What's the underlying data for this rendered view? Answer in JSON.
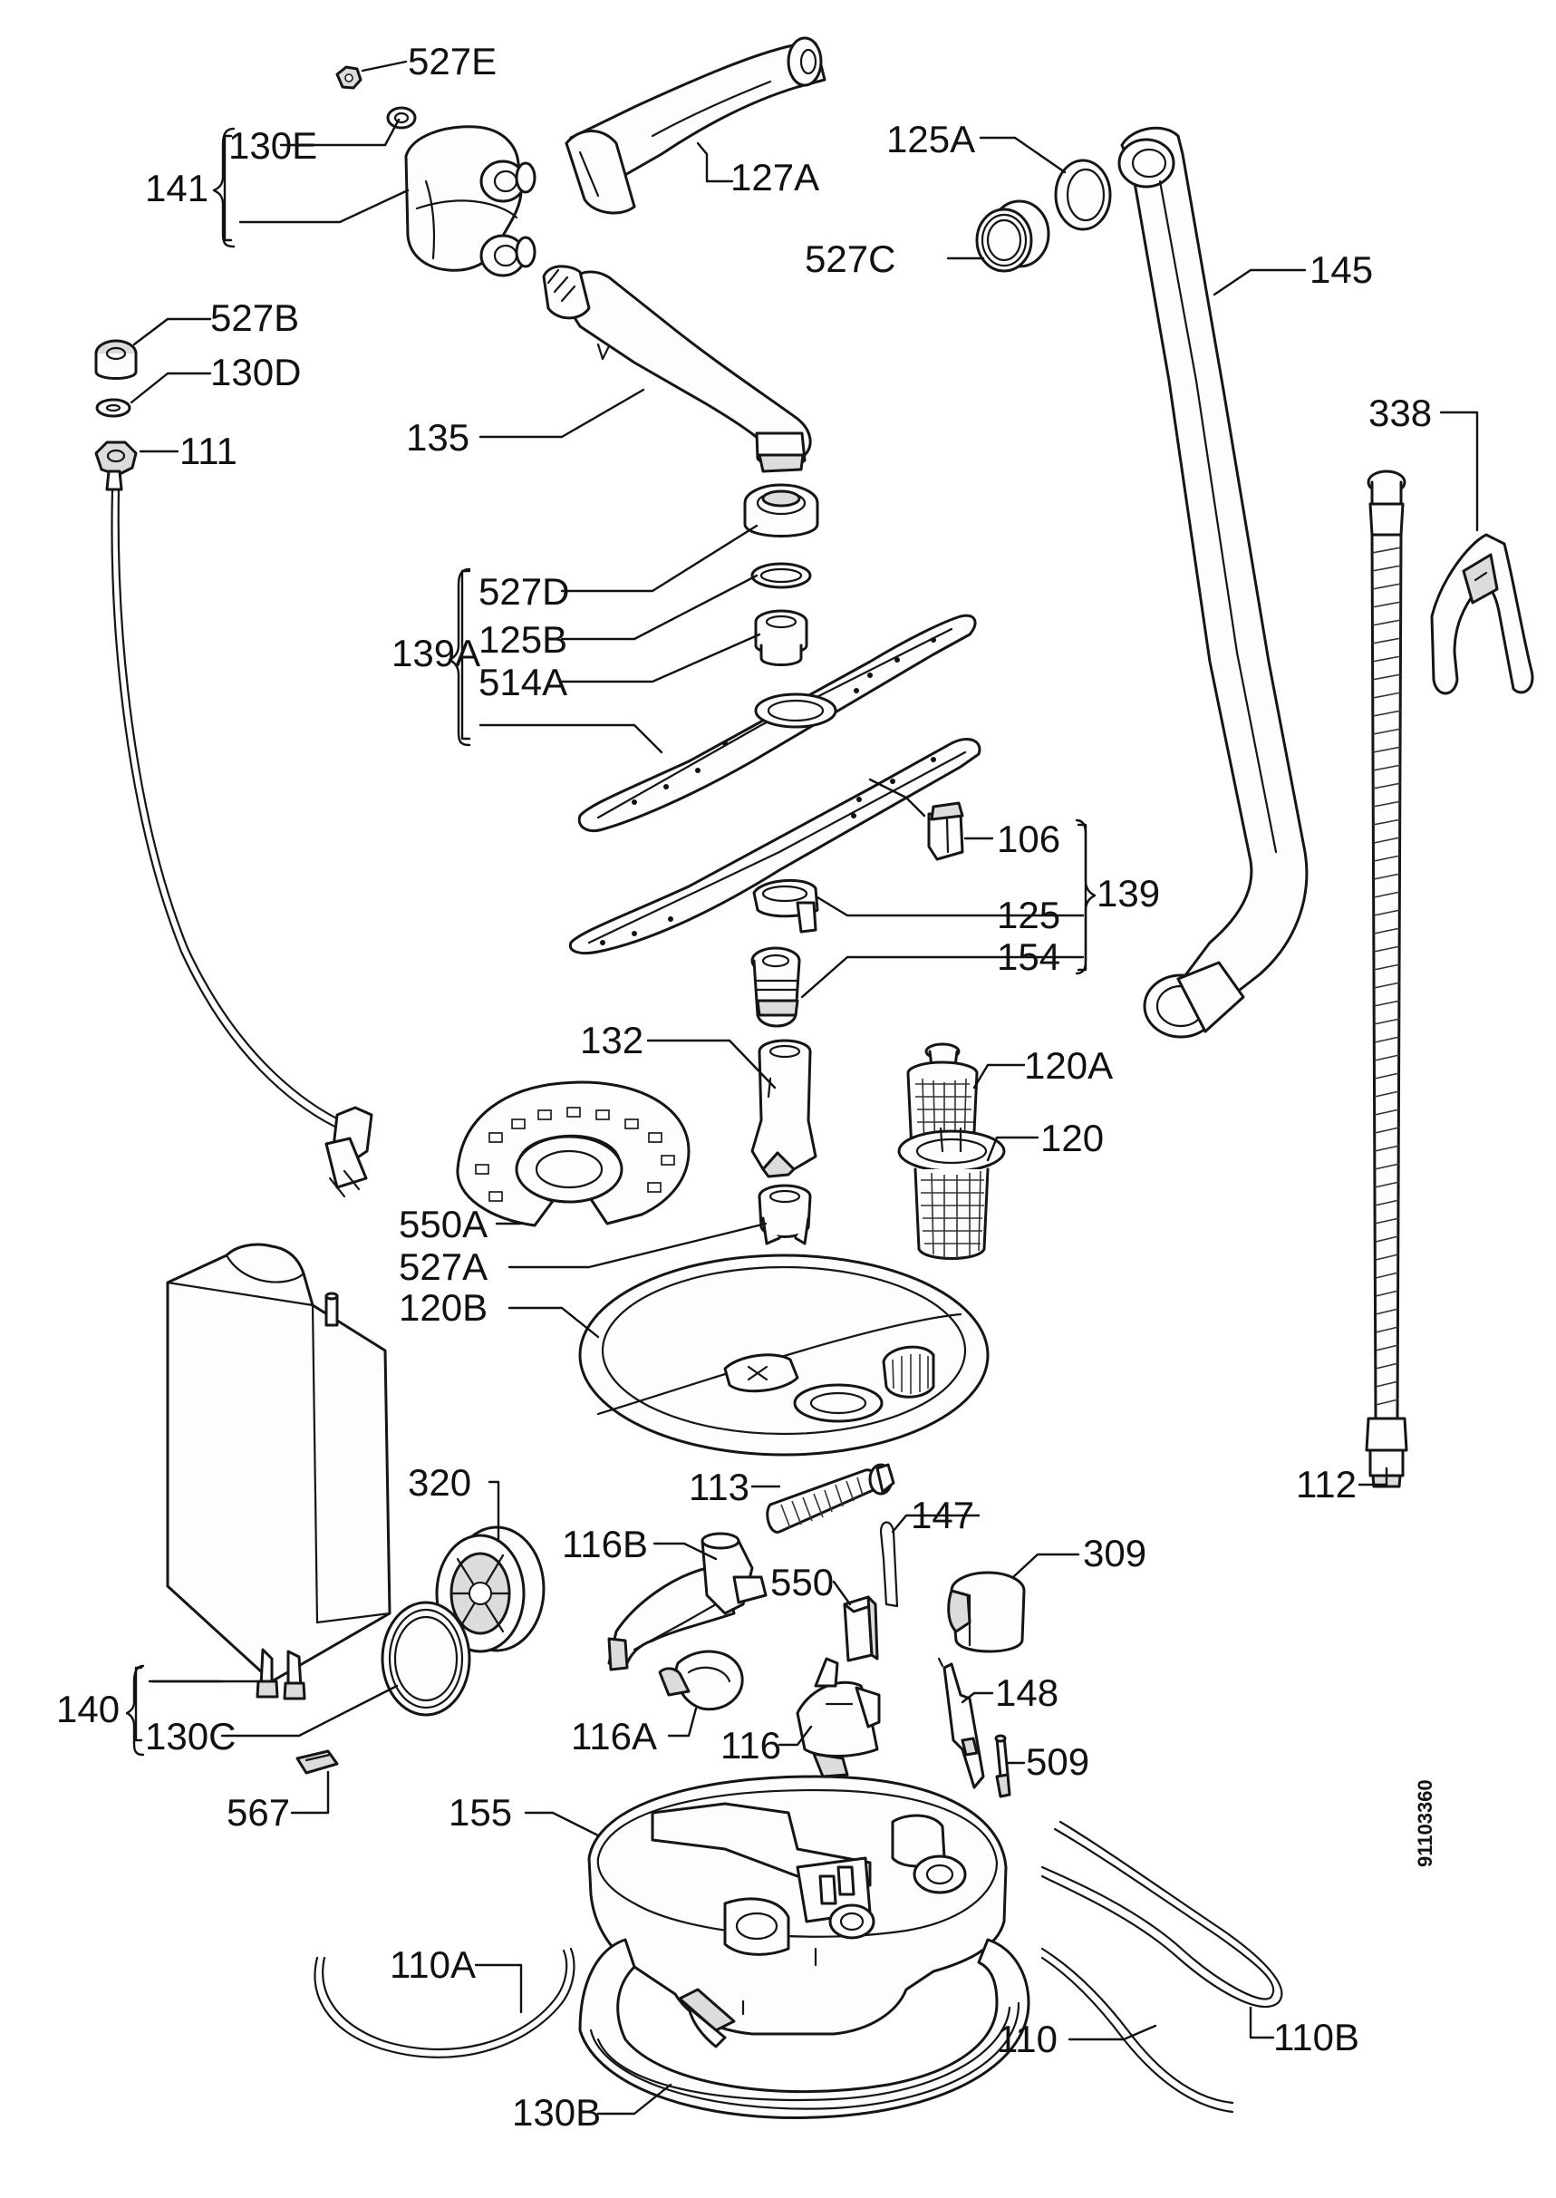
{
  "diagram": {
    "document_number": "91103360",
    "labels": {
      "l527e": "527E",
      "l130e": "130E",
      "l141": "141",
      "l127a": "127A",
      "l125a": "125A",
      "l527c": "527C",
      "l145": "145",
      "l527b": "527B",
      "l130d": "130D",
      "l111": "111",
      "l135": "135",
      "l338": "338",
      "l527d": "527D",
      "l125b": "125B",
      "l514a": "514A",
      "l139a": "139A",
      "l106": "106",
      "l139": "139",
      "l125": "125",
      "l154": "154",
      "l132": "132",
      "l120a": "120A",
      "l120": "120",
      "l550a": "550A",
      "l527a": "527A",
      "l120b": "120B",
      "l113": "113",
      "l147": "147",
      "l320": "320",
      "l116b": "116B",
      "l550": "550",
      "l309": "309",
      "l112": "112",
      "l140": "140",
      "l130c": "130C",
      "l116a": "116A",
      "l116": "116",
      "l148": "148",
      "l509": "509",
      "l567": "567",
      "l155": "155",
      "l110a": "110A",
      "l110": "110",
      "l110b": "110B",
      "l130b": "130B"
    }
  }
}
